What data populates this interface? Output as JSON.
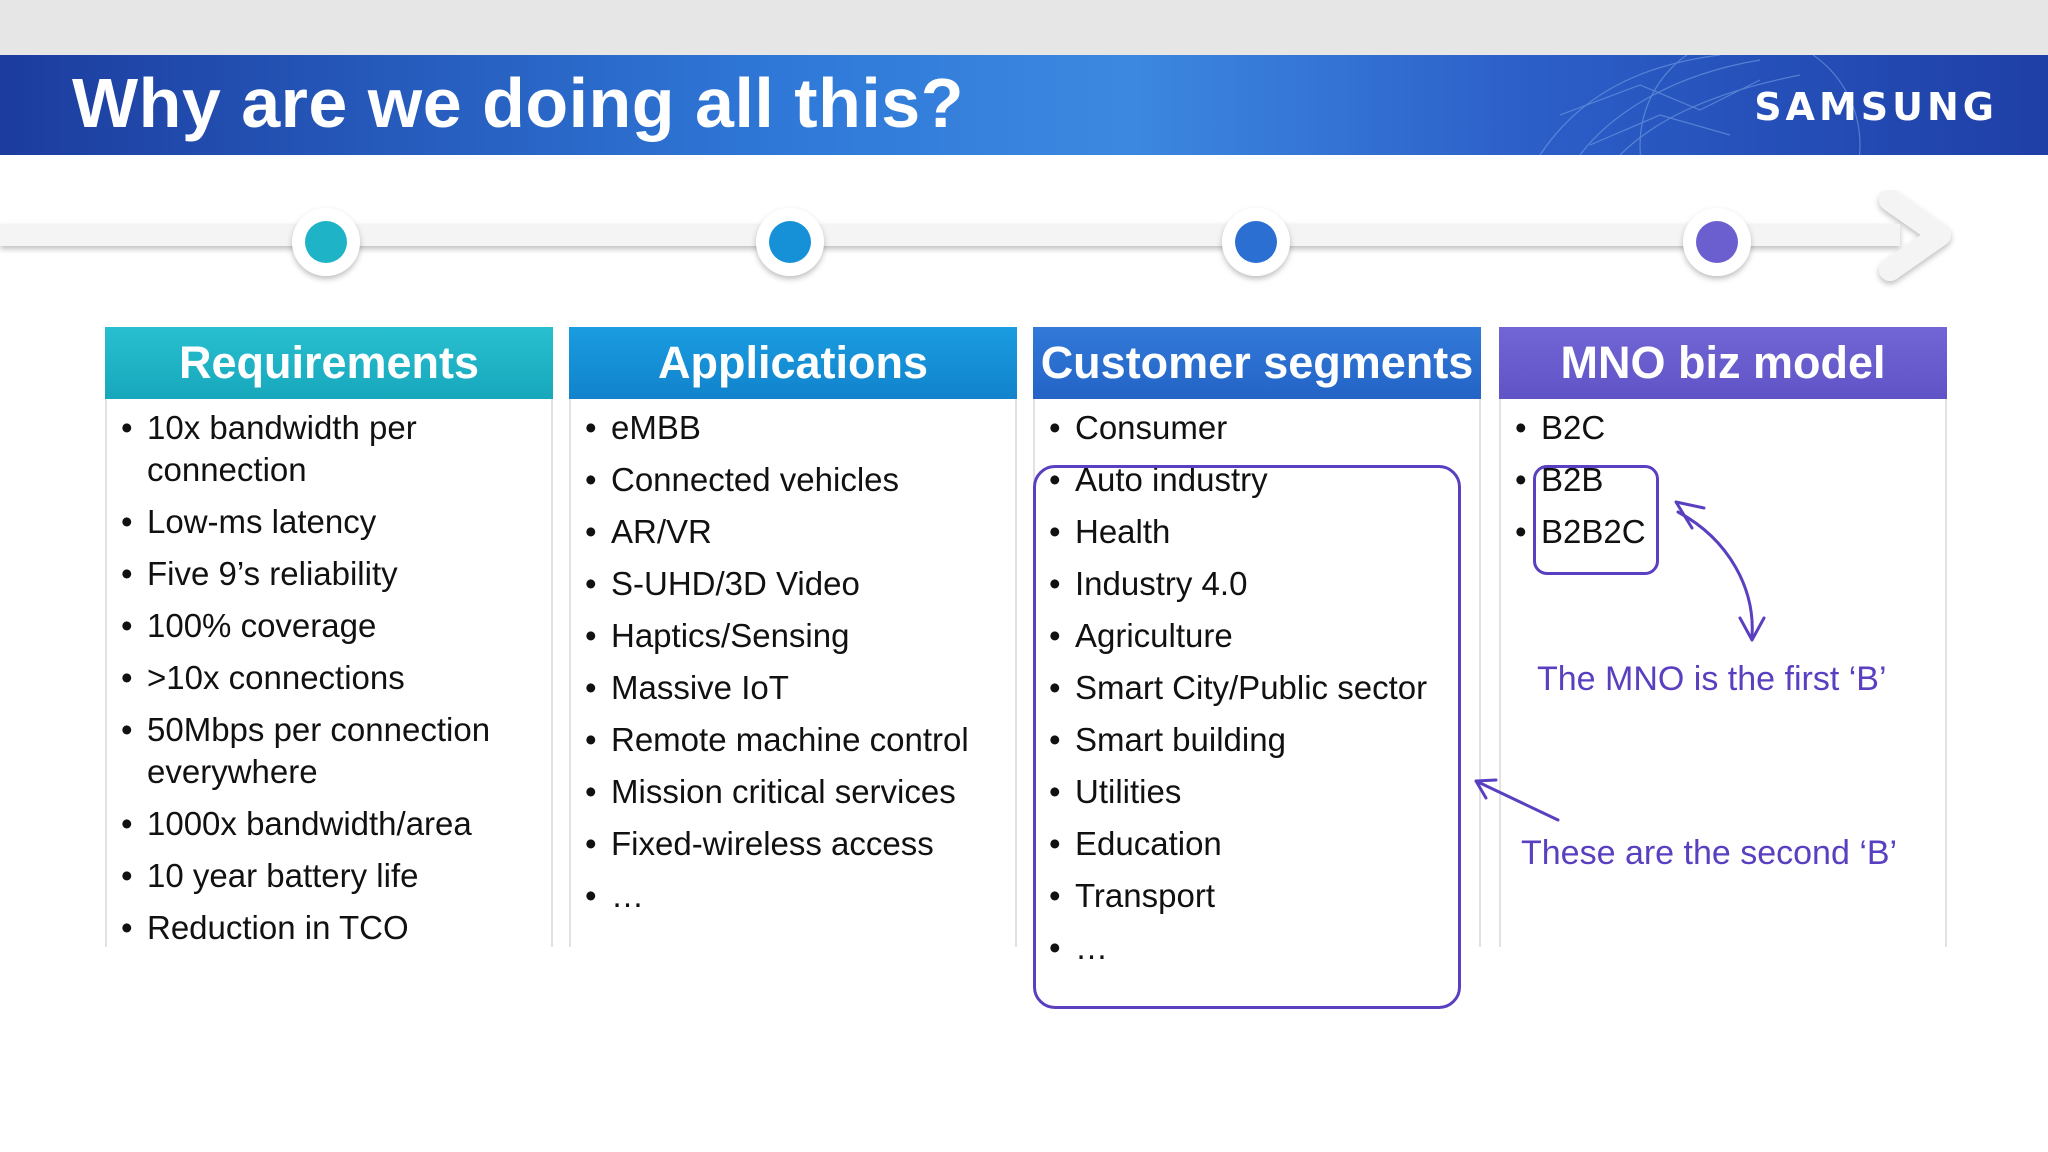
{
  "header": {
    "title": "Why are we doing all this?",
    "logo_text": "SAMSUNG"
  },
  "colors": {
    "requirements": "#1fb3c7",
    "applications": "#1691d8",
    "customer_segments": "#2b6fd2",
    "mno_biz_model": "#6b5fd0",
    "annotation": "#5a3fc0"
  },
  "columns": [
    {
      "title": "Requirements",
      "items": [
        "10x bandwidth per connection",
        "Low-ms latency",
        "Five 9’s reliability",
        "100% coverage",
        ">10x connections",
        "50Mbps per connection everywhere",
        "1000x bandwidth/area",
        "10 year battery life",
        "Reduction in TCO"
      ]
    },
    {
      "title": "Applications",
      "items": [
        "eMBB",
        "Connected vehicles",
        "AR/VR",
        "S-UHD/3D Video",
        "Haptics/Sensing",
        "Massive IoT",
        "Remote machine control",
        "Mission critical services",
        "Fixed-wireless access",
        "…"
      ]
    },
    {
      "title": "Customer segments",
      "items": [
        "Consumer",
        "Auto industry",
        "Health",
        "Industry 4.0",
        "Agriculture",
        "Smart City/Public sector",
        "Smart building",
        "Utilities",
        "Education",
        "Transport",
        "…"
      ]
    },
    {
      "title": "MNO biz model",
      "items": [
        "B2C",
        "B2B",
        "B2B2C"
      ]
    }
  ],
  "annotations": {
    "first_b": "The MNO is the first ‘B’",
    "second_b": "These are the second ‘B’"
  }
}
